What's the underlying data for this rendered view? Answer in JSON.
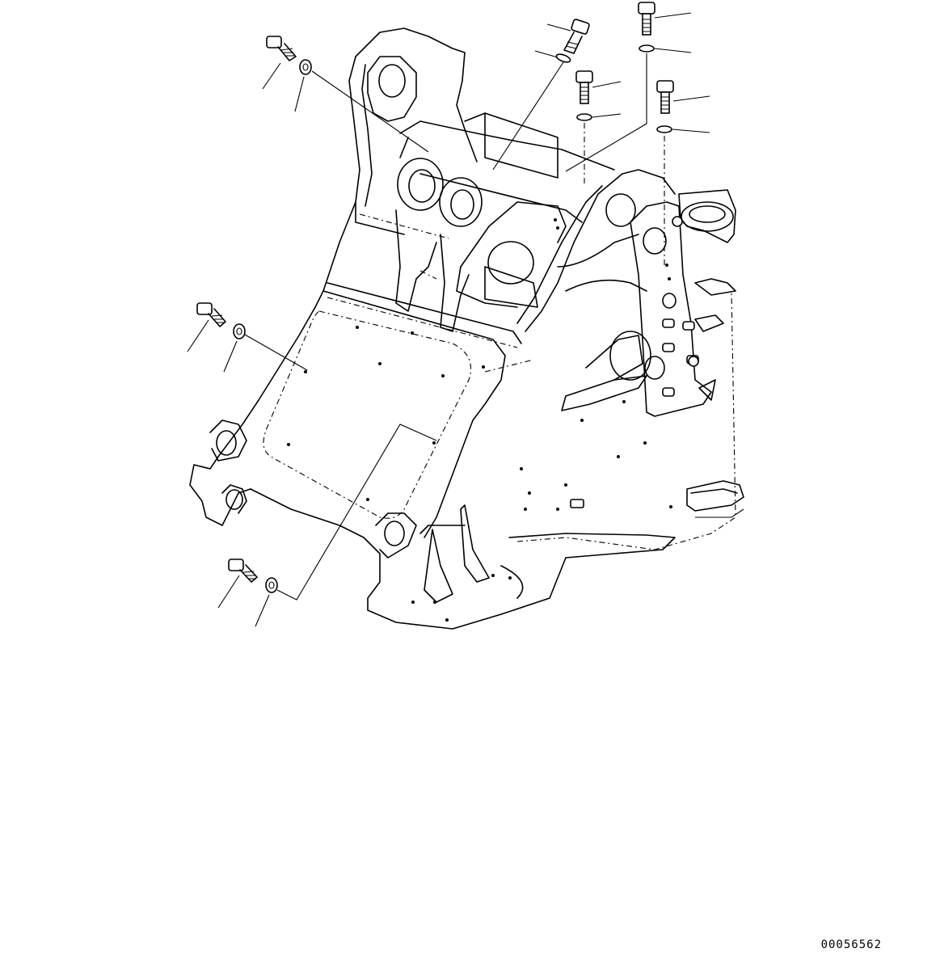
{
  "drawing": {
    "id_label": "00056562"
  },
  "parts": [
    {
      "name": "bolt",
      "callout": true
    },
    {
      "name": "washer",
      "callout": true
    }
  ],
  "colors": {
    "line": "#000000",
    "background": "#ffffff"
  }
}
